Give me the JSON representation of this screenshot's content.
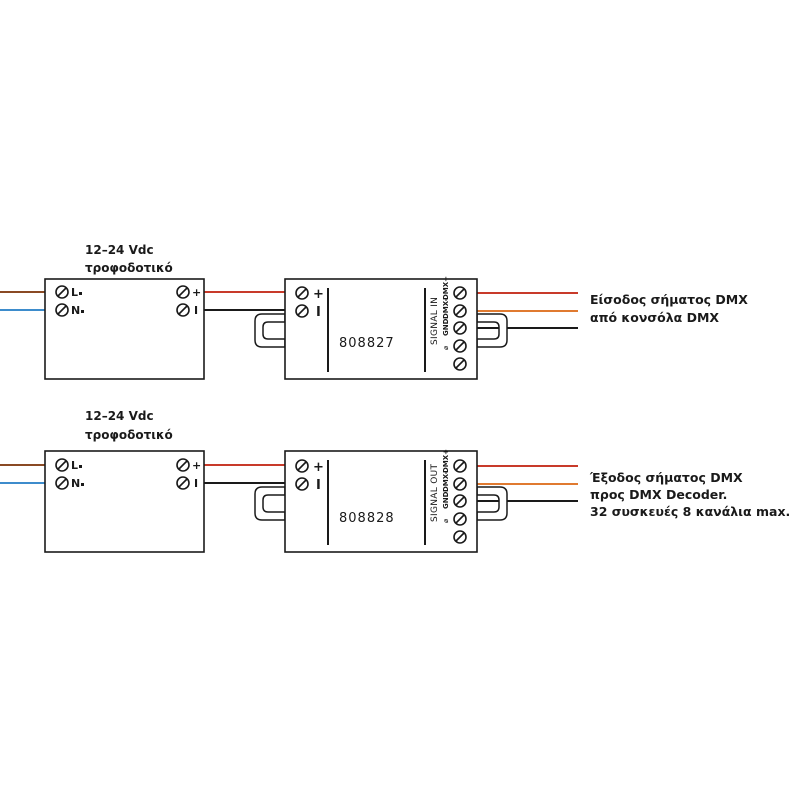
{
  "colors": {
    "brown_wire": "#8a4a24",
    "blue_wire": "#3d8ccc",
    "red_wire": "#c83a2a",
    "black_wire": "#1a1a1a",
    "orange_wire": "#e07a30",
    "outline": "#1a1a1a"
  },
  "icons": [
    "screw-terminal-icon",
    "mounting-tab-icon"
  ],
  "diagrams": [
    {
      "psu": {
        "caption_line1": "12–24 Vdc",
        "caption_line2": "τροφοδοτικό",
        "in_live": "L",
        "in_neutral": "N",
        "out_plus": "+",
        "out_minus": "I"
      },
      "module": {
        "code": "808827",
        "term_plus": "+",
        "term_minus": "I",
        "signal_label": "SIGNAL IN",
        "pins": [
          "DMX+",
          "DMX-",
          "GND",
          "⌀"
        ]
      },
      "note_lines": [
        "Είσοδος σήματος DMX",
        "από κονσόλα DMX"
      ]
    },
    {
      "psu": {
        "caption_line1": "12–24 Vdc",
        "caption_line2": "τροφοδοτικό",
        "in_live": "L",
        "in_neutral": "N",
        "out_plus": "+",
        "out_minus": "I"
      },
      "module": {
        "code": "808828",
        "term_plus": "+",
        "term_minus": "I",
        "signal_label": "SIGNAL OUT",
        "pins": [
          "DMX+",
          "DMX-",
          "GND",
          "⌀"
        ]
      },
      "note_lines": [
        "Έξοδος σήματος DMX",
        "προς DMX Decoder.",
        "32 συσκευές 8 κανάλια max."
      ]
    }
  ]
}
